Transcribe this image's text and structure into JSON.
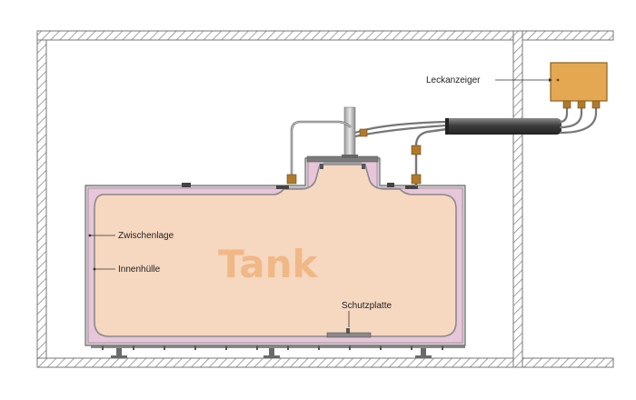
{
  "diagram": {
    "tank_label": "Tank",
    "labels": {
      "leak_detector": "Leckanzeiger",
      "intermediate_layer": "Zwischenlage",
      "inner_shell": "Innenhülle",
      "protective_plate": "Schutzplatte"
    },
    "colors": {
      "tank_fill": "#f6d7bf",
      "tank_text": "#f0b886",
      "interlayer": "#e7c6d9",
      "detector_box": "#e3a851",
      "wall": "#9a9a9a",
      "pipe": "#6f6f6f",
      "hose": "#4d4d4d"
    }
  }
}
